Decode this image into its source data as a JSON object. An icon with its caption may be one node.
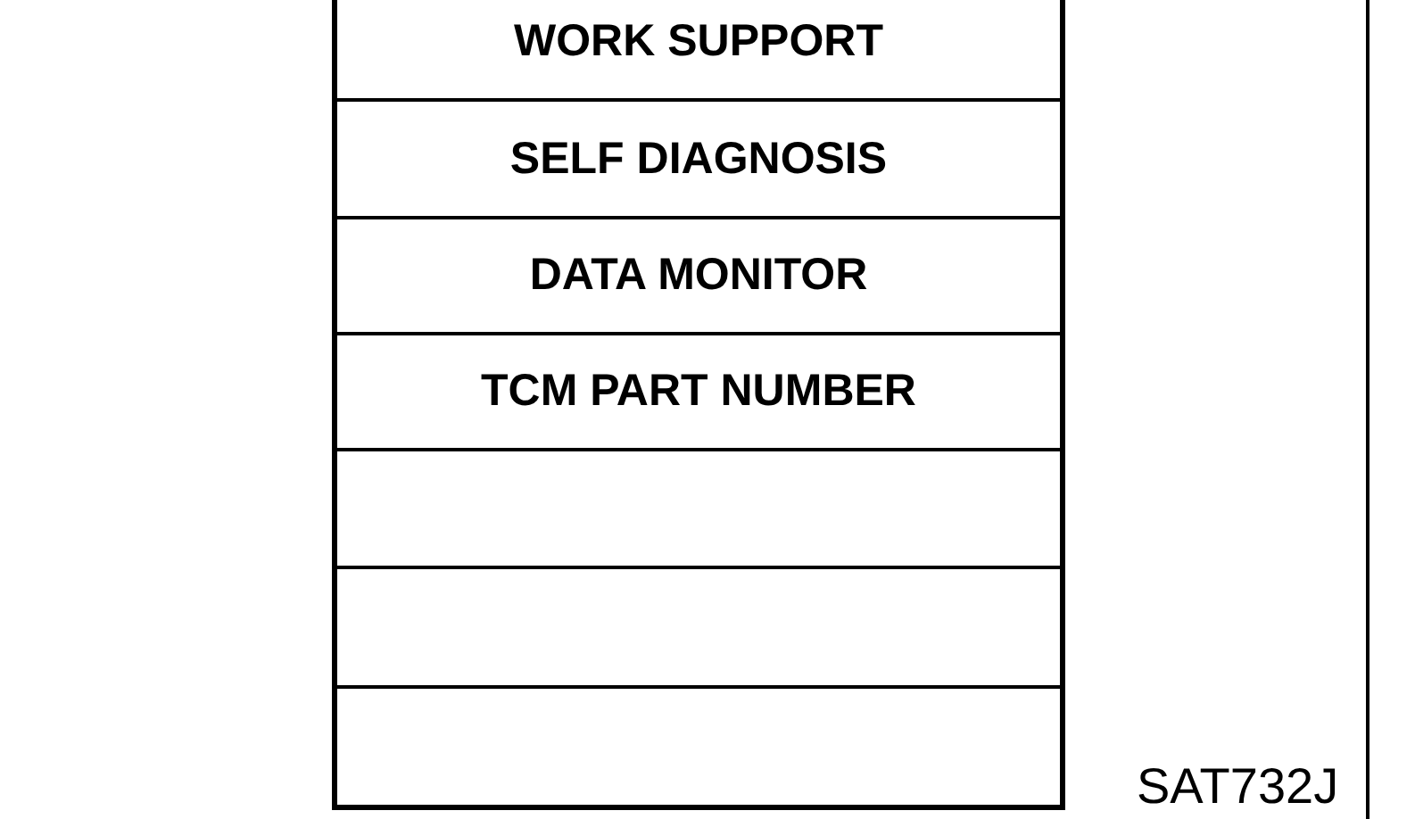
{
  "diagram": {
    "nodes": [
      {
        "text": [
          "WORK SUPPORT"
        ]
      },
      {
        "text": [
          "SELF DIAGNOSIS"
        ]
      },
      {
        "text": [
          "DATA MONITOR"
        ]
      },
      {
        "text": [
          "TCM PART NUMBER"
        ]
      },
      {
        "text": [],
        "shape": "box"
      },
      {
        "text": [],
        "shape": "box"
      },
      {
        "text": [],
        "shape": "box"
      }
    ],
    "labels": [
      "SAT732J"
    ]
  }
}
